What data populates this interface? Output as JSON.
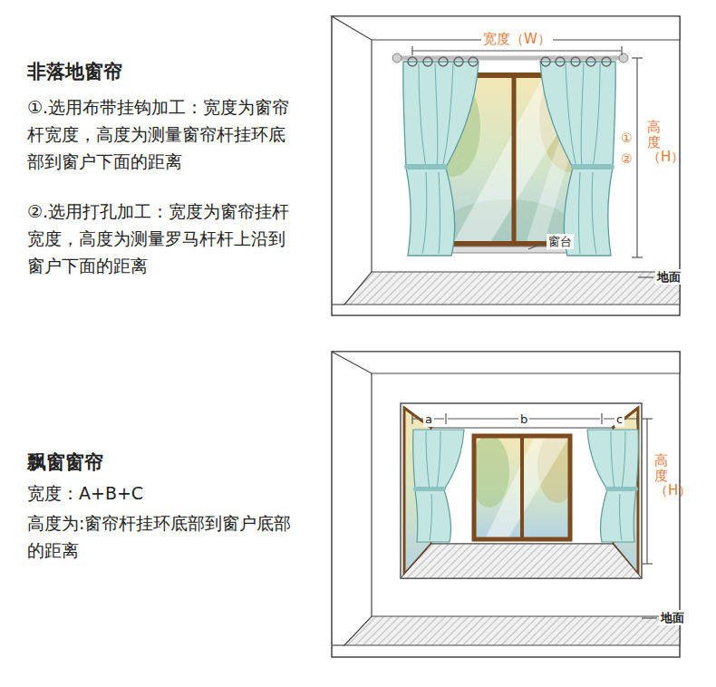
{
  "diagram": {
    "labels": [
      "非落地窗帘",
      "①.选用布带挂钩加工：宽度为窗帘杆宽度，高度为测量窗帘杆挂环底部到窗户下面的距离",
      "②.选用打孔加工：宽度为窗帘挂杆宽度，高度为测量罗马杆杆上沿到窗户下面的距离",
      "宽度（W）",
      "①",
      "②",
      "高度（H）",
      "窗台",
      "地面",
      "飘窗窗帘",
      "宽度：A+B+C",
      "高度为:窗帘杆挂环底部到窗户底部的距离",
      "a",
      "b",
      "c",
      "高度（H）",
      "地面"
    ]
  }
}
